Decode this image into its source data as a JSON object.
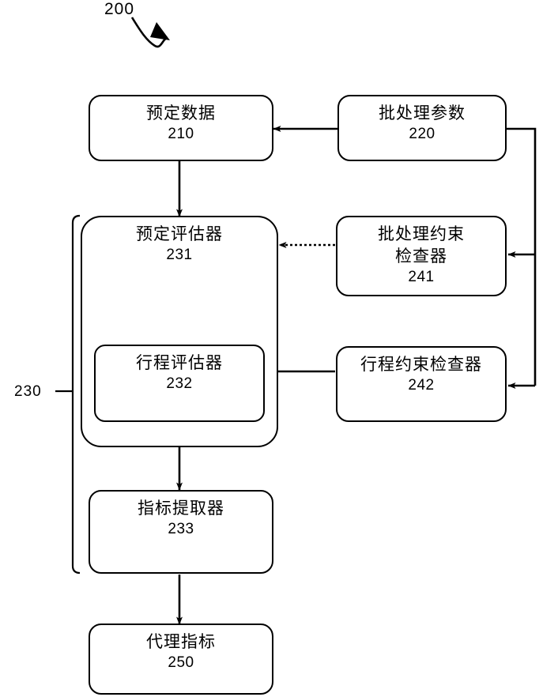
{
  "figure": {
    "number": "200",
    "group_label": "230"
  },
  "nodes": {
    "reservation_data": {
      "label": "预定数据",
      "ref": "210"
    },
    "batch_parameters": {
      "label": "批处理参数",
      "ref": "220"
    },
    "reservation_evaluator": {
      "label": "预定评估器",
      "ref": "231"
    },
    "trip_evaluator": {
      "label": "行程评估器",
      "ref": "232"
    },
    "batch_constraint_checker": {
      "label": "批处理约束\n检查器",
      "ref": "241"
    },
    "trip_constraint_checker": {
      "label": "行程约束检查器",
      "ref": "242"
    },
    "metric_extractor": {
      "label": "指标提取器",
      "ref": "233"
    },
    "proxy_metric": {
      "label": "代理指标",
      "ref": "250"
    }
  },
  "colors": {
    "stroke": "#000000",
    "background": "#ffffff"
  }
}
